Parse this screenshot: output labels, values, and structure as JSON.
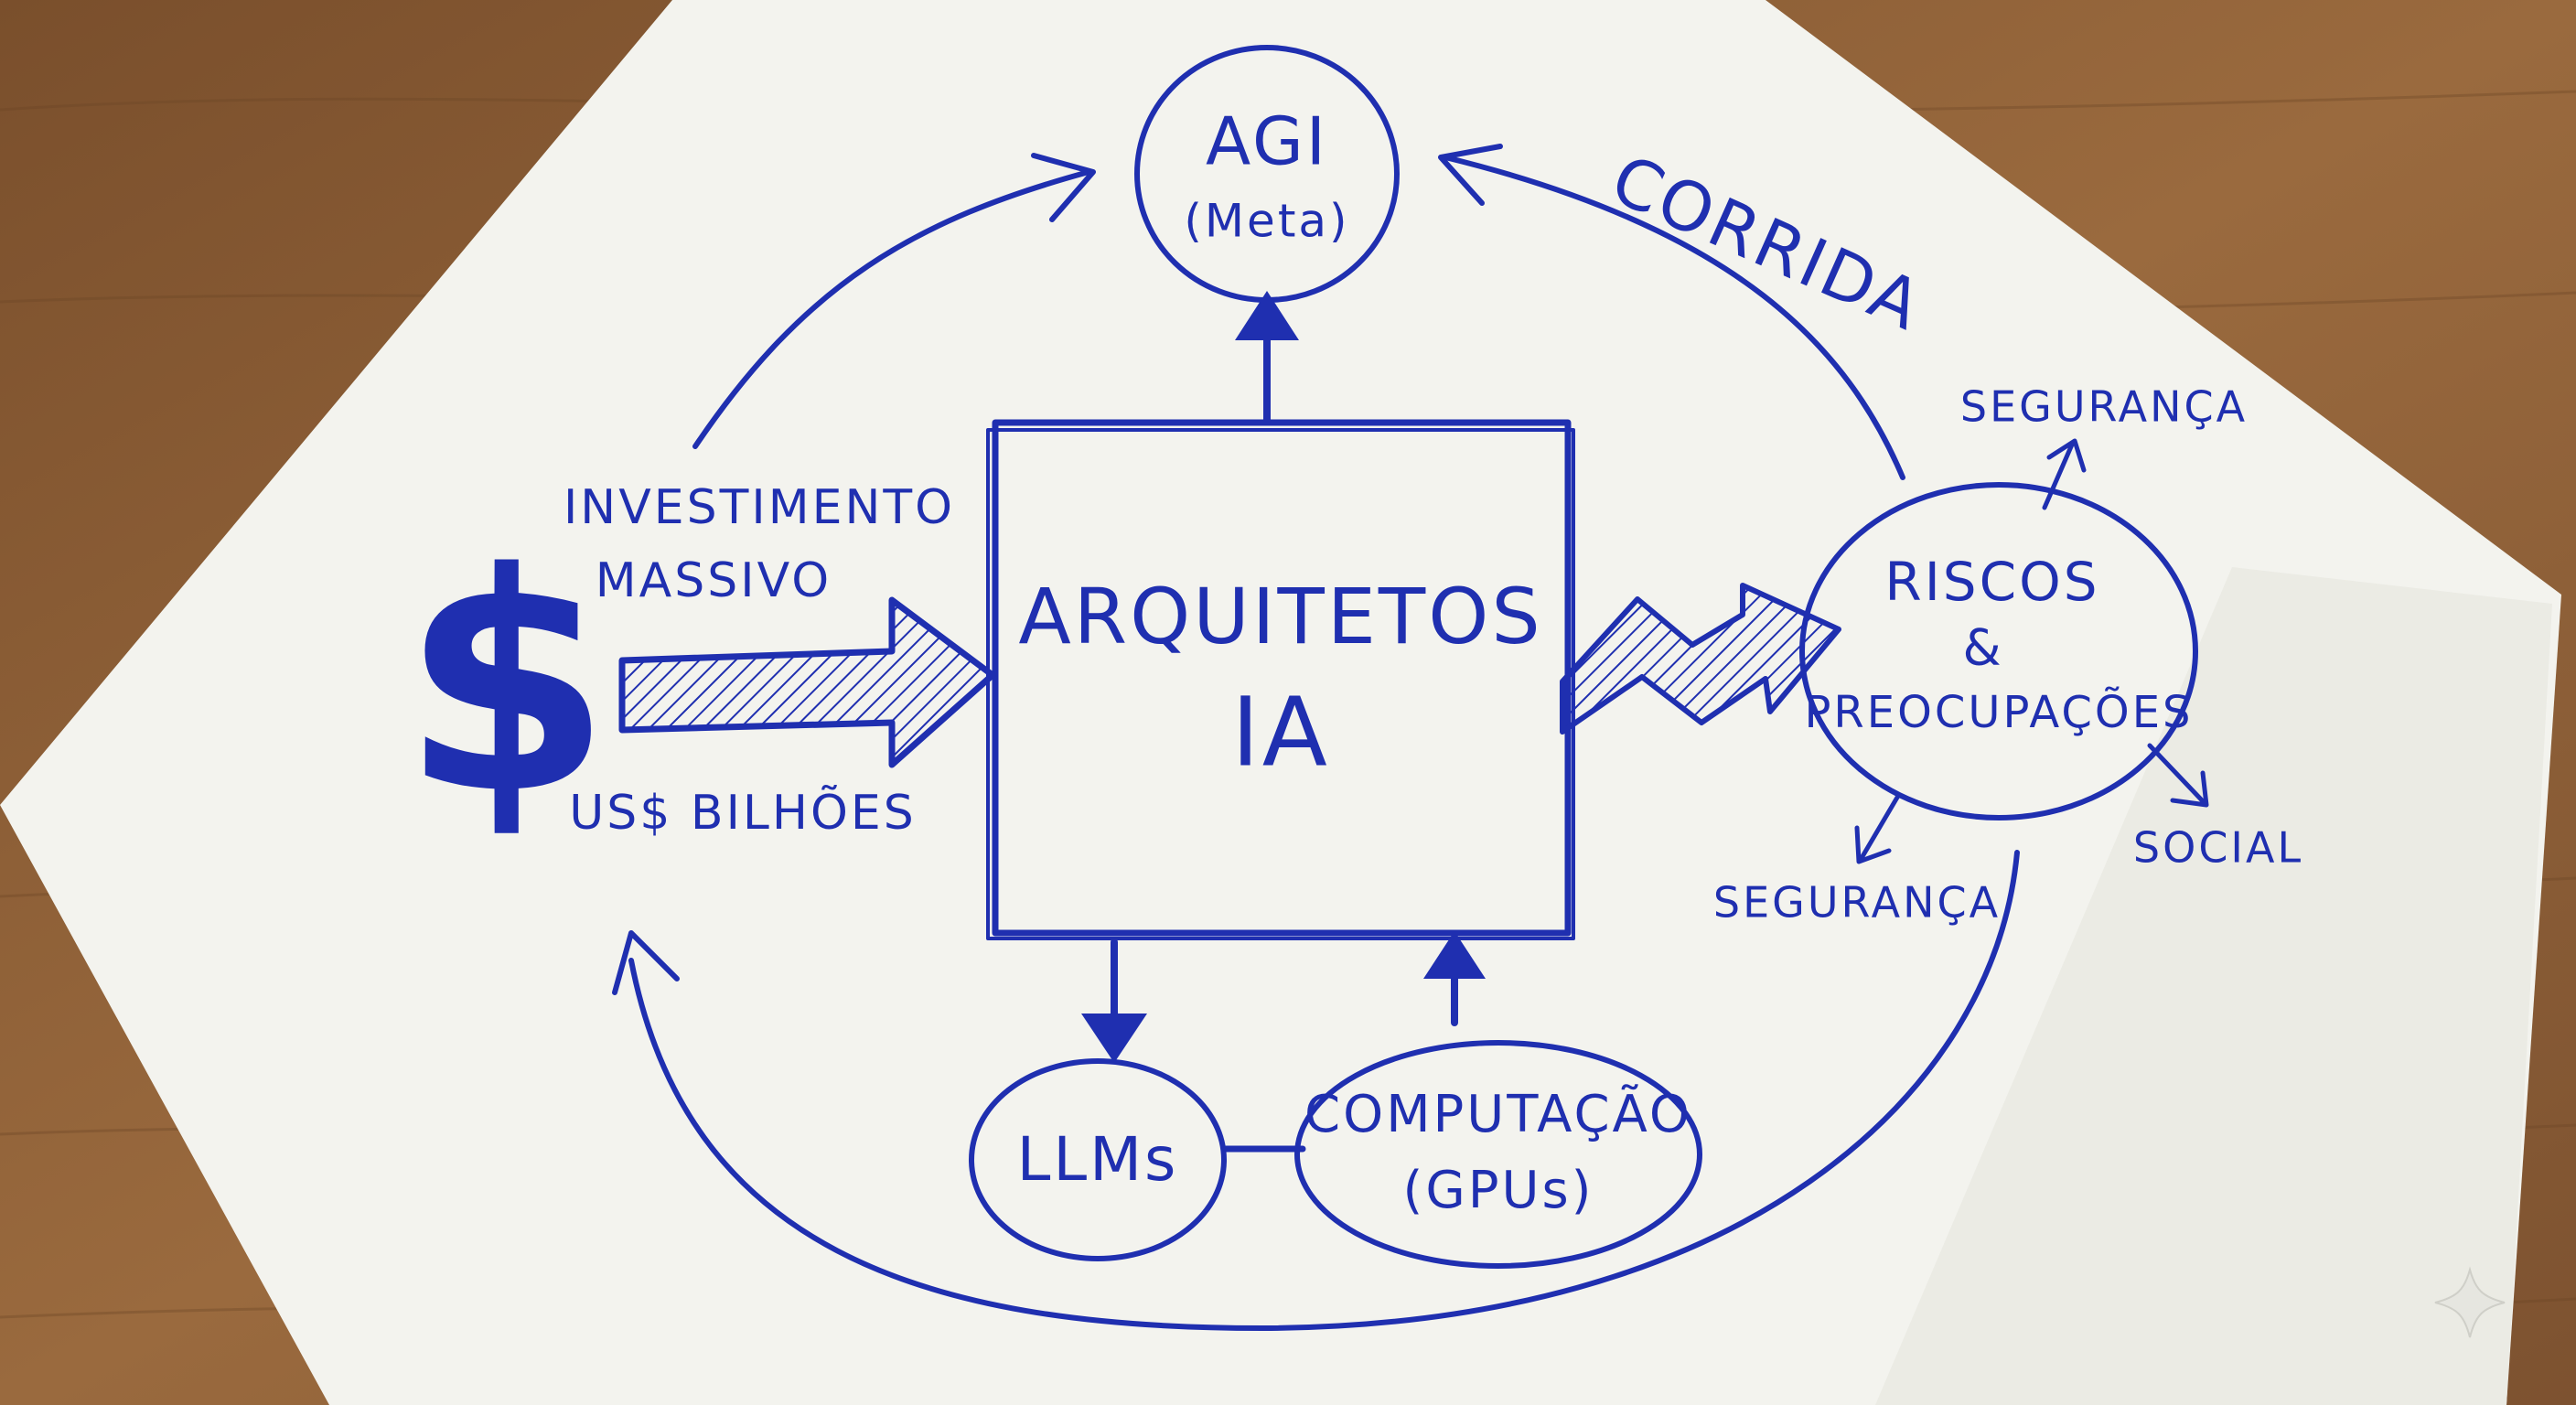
{
  "colors": {
    "ink": "#1f2fb0",
    "napkin": "#f3f3ee",
    "table_wood": "#8a5a32"
  },
  "nodes": {
    "agi": {
      "line1": "AGI",
      "line2": "(Meta)"
    },
    "center": {
      "line1": "ARQUITETOS",
      "line2": "IA"
    },
    "riscos": {
      "line1": "RISCOS",
      "line2": "&",
      "line3": "PREOCUPAÇÕES"
    },
    "llms": {
      "label": "LLMs"
    },
    "computacao": {
      "line1": "COMPUTAÇÃO",
      "line2": "(GPUs)"
    }
  },
  "labels": {
    "dollar_sign": "$",
    "investimento_line1": "INVESTIMENTO",
    "investimento_line2": "MASSIVO",
    "bilhoes": "US$ BILHÕES",
    "corrida": "CORRIDA",
    "seguranca_top": "SEGURANÇA",
    "seguranca_bottom": "SEGURANÇA",
    "social": "SOCIAL"
  },
  "icons": {
    "corner_mark": "sparkle-icon"
  }
}
